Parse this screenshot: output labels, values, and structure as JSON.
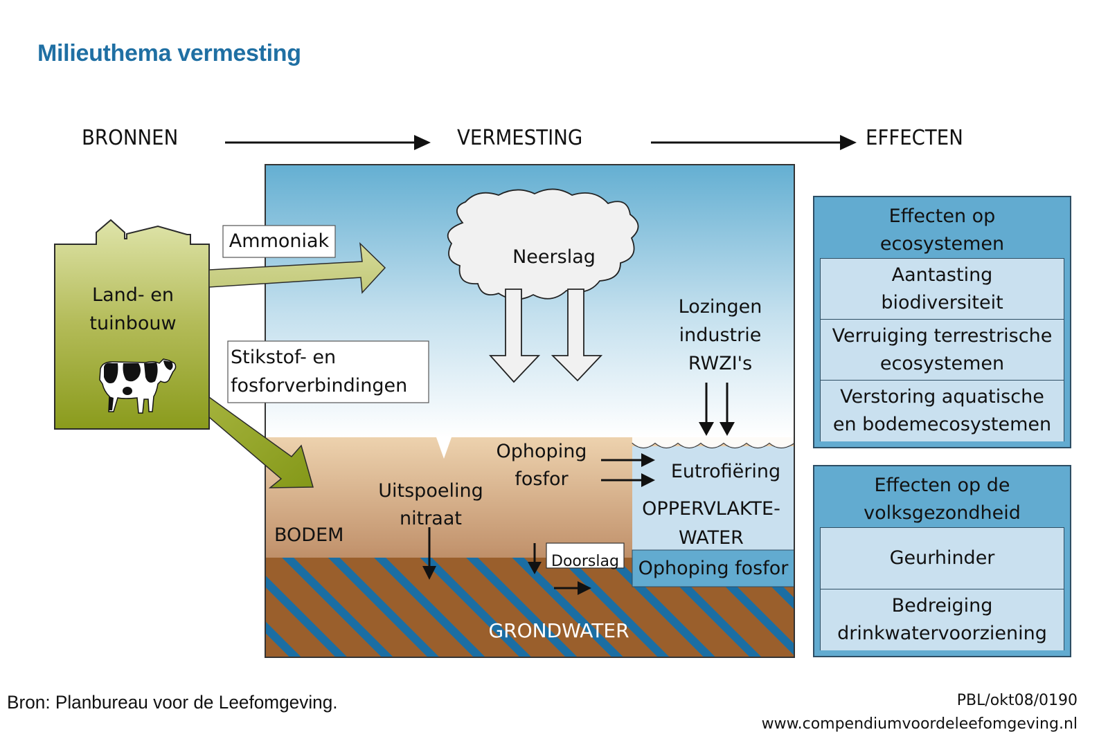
{
  "title": "Milieuthema vermesting",
  "stages": {
    "sources": "BRONNEN",
    "process": "VERMESTING",
    "effects": "EFFECTEN"
  },
  "source_block": {
    "label_line1": "Land- en",
    "label_line2": "tuinbouw",
    "icon": "cow-icon"
  },
  "flows": {
    "ammonia": "Ammoniak",
    "nitrogen_phosphorus_line1": "Stikstof- en",
    "nitrogen_phosphorus_line2": "fosforverbindingen",
    "precipitation": "Neerslag",
    "discharges_line1": "Lozingen",
    "discharges_line2": "industrie",
    "discharges_line3": "RWZI's",
    "phosphorus_accumulation_line1": "Ophoping",
    "phosphorus_accumulation_line2": "fosfor",
    "nitrate_leaching_line1": "Uitspoeling",
    "nitrate_leaching_line2": "nitraat",
    "breakthrough": "Doorslag",
    "eutrophication": "Eutrofiëring"
  },
  "compartments": {
    "soil": "BODEM",
    "surface_water_line1": "OPPERVLAKTE-",
    "surface_water_line2": "WATER",
    "sediment_phosphorus": "Ophoping fosfor",
    "groundwater": "GRONDWATER"
  },
  "effects": [
    {
      "heading_line1": "Effecten op",
      "heading_line2": "ecosystemen",
      "items": [
        {
          "line1": "Aantasting",
          "line2": "biodiversiteit"
        },
        {
          "line1": "Verruiging terrestrische",
          "line2": "ecosystemen"
        },
        {
          "line1": "Verstoring aquatische",
          "line2": "en bodemecosystemen"
        }
      ]
    },
    {
      "heading_line1": "Effecten op de",
      "heading_line2": "volksgezondheid",
      "items": [
        {
          "line1": "Geurhinder",
          "line2": ""
        },
        {
          "line1": "Bedreiging",
          "line2": "drinkwatervoorziening"
        }
      ]
    }
  ],
  "footer": {
    "source": "Bron: Planbureau voor de Leefomgeving.",
    "code": "PBL/okt08/0190",
    "website": "www.compendiumvoordeleefomgeving.nl"
  },
  "colors": {
    "title": "#1f6fa3",
    "sky_top": "#64afd2",
    "soil_top": "#edd2ae",
    "soil_bottom": "#8f5424",
    "groundwater_stripes": "#1b6ea3",
    "surface_water": "#c9e0ef",
    "sediment": "#62abd0",
    "agri_green": "#8a9b1c",
    "effect_panel": "#62abd0",
    "effect_item": "#c9e0ef"
  }
}
